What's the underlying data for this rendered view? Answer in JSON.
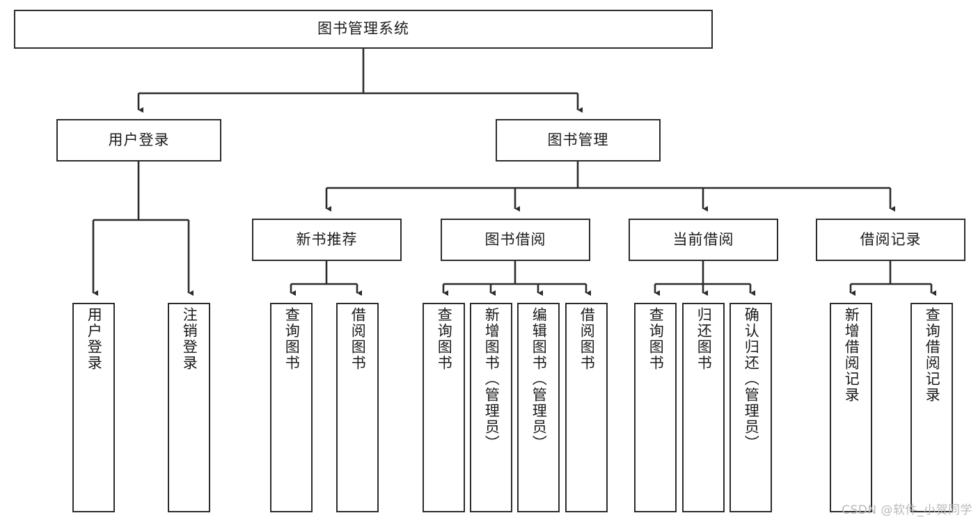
{
  "diagram": {
    "type": "tree",
    "title": "图书管理系统",
    "watermark": "CSDN @软件_小贺同学",
    "colors": {
      "box_border": "#2b2b2b",
      "box_fill": "#ffffff",
      "connector": "#2b2b2b",
      "text": "#1a1a1a",
      "watermark": "#b9b9b9"
    },
    "root": {
      "label": "图书管理系统"
    },
    "level2": [
      {
        "id": "user-login",
        "label": "用户登录"
      },
      {
        "id": "book-manage",
        "label": "图书管理"
      }
    ],
    "level3": [
      {
        "id": "new-book-recommend",
        "label": "新书推荐"
      },
      {
        "id": "book-borrow",
        "label": "图书借阅"
      },
      {
        "id": "current-borrow",
        "label": "当前借阅"
      },
      {
        "id": "borrow-record",
        "label": "借阅记录"
      }
    ],
    "leaves": {
      "user_login": [
        {
          "id": "leaf-user-login",
          "label": "用户登录"
        },
        {
          "id": "leaf-logout-login",
          "label": "注销登录"
        }
      ],
      "new_book_recommend": [
        {
          "id": "leaf-query-book-1",
          "label": "查询图书"
        },
        {
          "id": "leaf-borrow-book-1",
          "label": "借阅图书"
        }
      ],
      "book_borrow": [
        {
          "id": "leaf-query-book-2",
          "label": "查询图书"
        },
        {
          "id": "leaf-add-book",
          "label": "新增图书（管理员）"
        },
        {
          "id": "leaf-edit-book",
          "label": "编辑图书（管理员）"
        },
        {
          "id": "leaf-borrow-book-2",
          "label": "借阅图书"
        }
      ],
      "current_borrow": [
        {
          "id": "leaf-query-book-3",
          "label": "查询图书"
        },
        {
          "id": "leaf-return-book",
          "label": "归还图书"
        },
        {
          "id": "leaf-confirm-return",
          "label": "确认归还（管理员）"
        }
      ],
      "borrow_record": [
        {
          "id": "leaf-add-record",
          "label": "新增借阅记录"
        },
        {
          "id": "leaf-query-record",
          "label": "查询借阅记录"
        }
      ]
    }
  }
}
